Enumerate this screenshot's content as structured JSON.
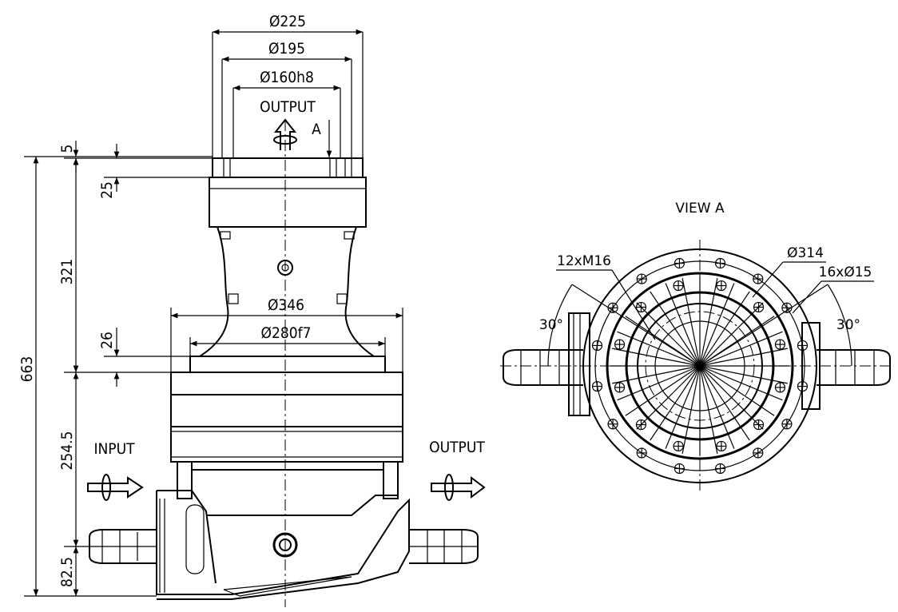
{
  "side_view": {
    "dims": {
      "d225": "Ø225",
      "d195": "Ø195",
      "d160": "Ø160h8",
      "d346": "Ø346",
      "d280": "Ø280f7",
      "h5": "5",
      "h25": "25",
      "h321": "321",
      "h26": "26",
      "h663": "663",
      "h254": "254.5",
      "h82": "82.5"
    },
    "labels": {
      "output_top": "OUTPUT",
      "view_marker": "A",
      "input": "INPUT",
      "output_right": "OUTPUT"
    }
  },
  "view_a": {
    "title": "VIEW A",
    "labels": {
      "holes_m16": "12xM16",
      "pcd": "Ø314",
      "holes_15": "16xØ15",
      "angle_left": "30°",
      "angle_right": "30°"
    }
  }
}
